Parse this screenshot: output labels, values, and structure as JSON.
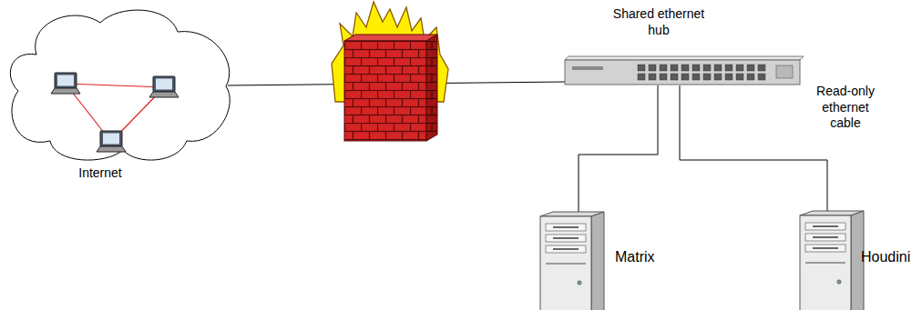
{
  "diagram": {
    "nodes": [
      {
        "text": [
          "Internet"
        ]
      },
      {
        "text": [
          "Shared ethernet hub"
        ]
      },
      {
        "text": [
          "Matrix"
        ]
      },
      {
        "text": [
          "Houdini"
        ]
      }
    ],
    "edges": [
      {
        "from": 0,
        "to": 1,
        "arrow": "none"
      },
      {
        "from": 1,
        "to": 2,
        "arrow": "none"
      },
      {
        "from": 1,
        "to": 3,
        "arrow": "none"
      }
    ],
    "labels": [
      "Read-only ethernet cable"
    ]
  }
}
